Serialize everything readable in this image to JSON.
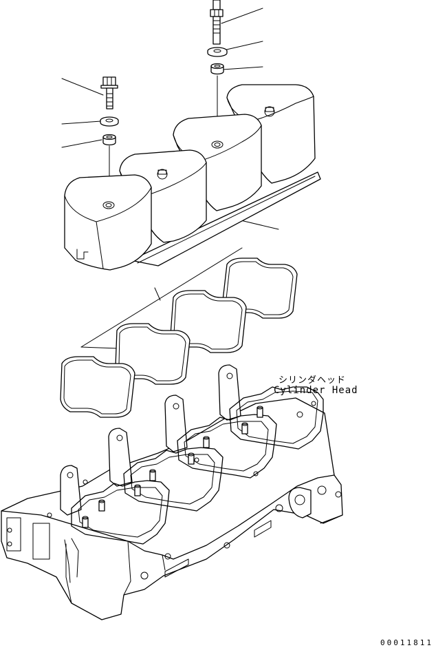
{
  "callout": {
    "japanese_label": "シリンダヘッド",
    "english_label": "Cylinder Head"
  },
  "drawing_number": "00011811",
  "colors": {
    "line": "#000000",
    "background": "#ffffff"
  }
}
